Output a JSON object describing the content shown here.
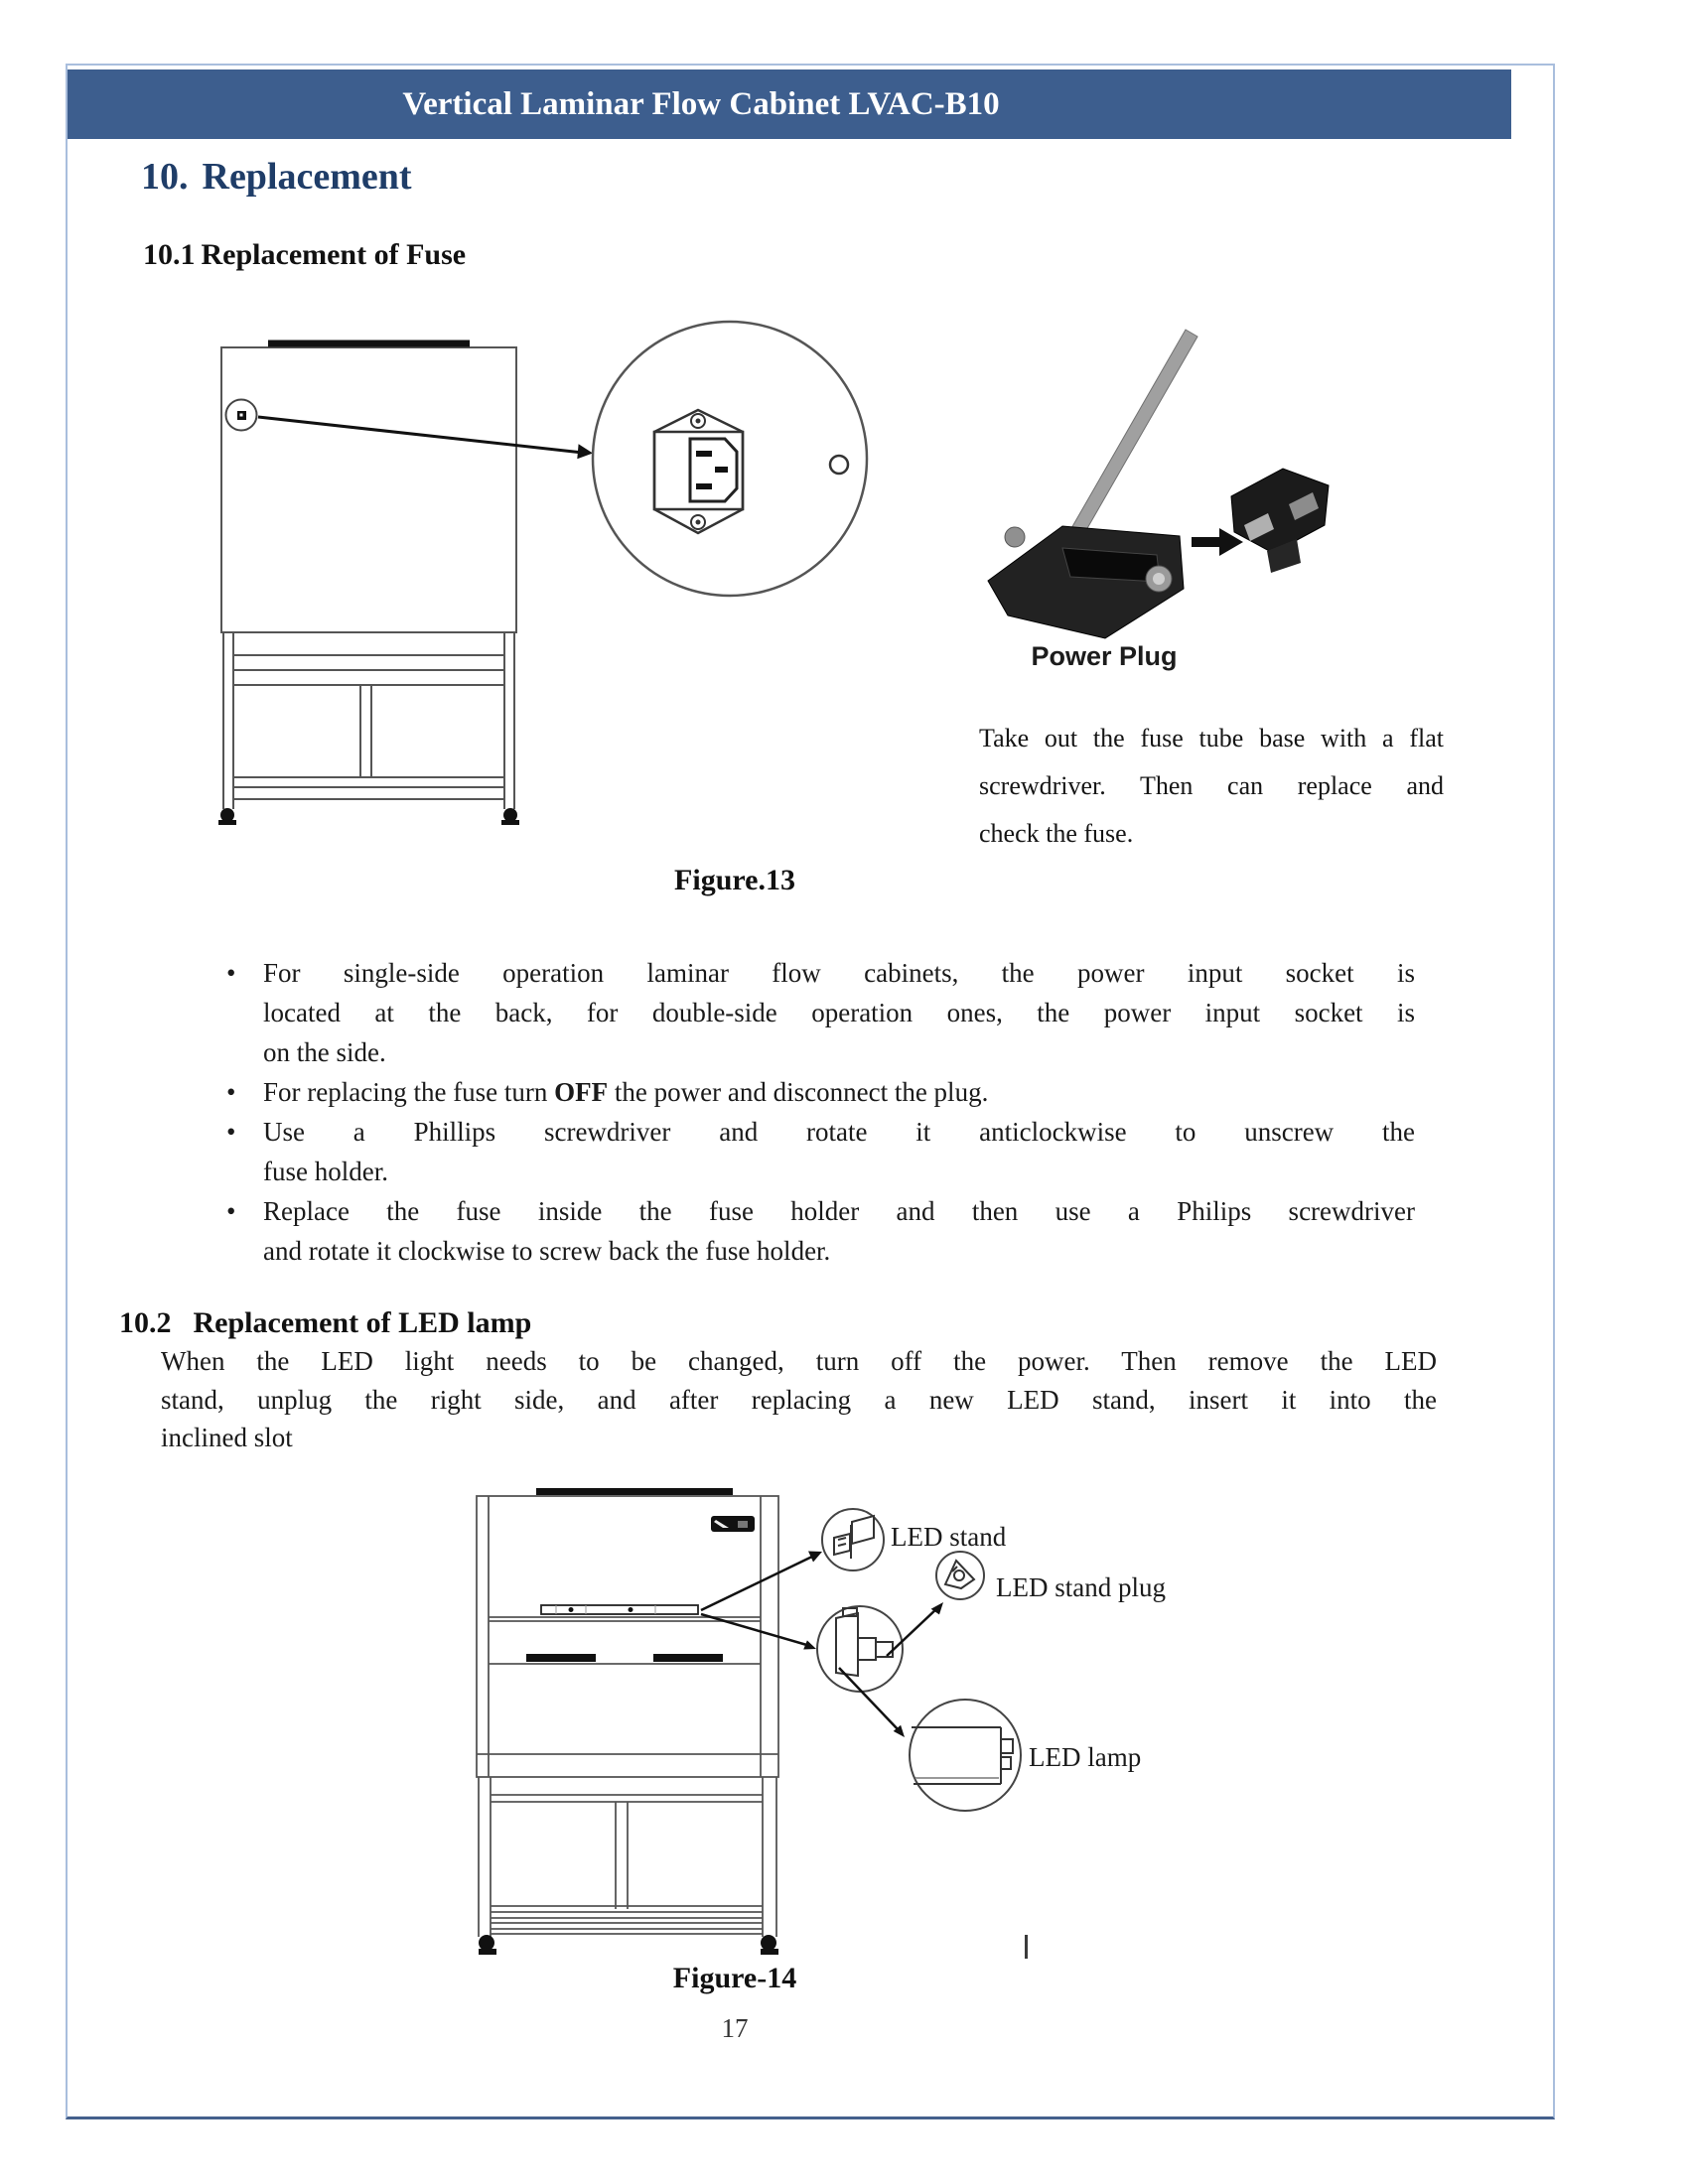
{
  "header": {
    "title": "Vertical Laminar Flow Cabinet LVAC-B10"
  },
  "headings": {
    "section": {
      "num": "10.",
      "title": "Replacement"
    },
    "sub1": {
      "num": "10.1",
      "title": "Replacement of Fuse"
    },
    "sub2": {
      "num": "10.2",
      "title": "Replacement of LED lamp"
    }
  },
  "figure13": {
    "power_plug_label": "Power Plug",
    "note_lines": [
      "Take out the fuse tube base with a flat",
      "screwdriver. Then can replace and",
      "check the fuse."
    ],
    "caption": "Figure.13"
  },
  "bullet_char": "•",
  "bullets": [
    {
      "lines": [
        "For single-side operation laminar flow cabinets, the power input socket is",
        "located at the back, for double-side operation ones, the power input socket is",
        "on the side."
      ]
    },
    {
      "pre": "For replacing the fuse turn ",
      "bold": "OFF",
      "post": " the power and disconnect the plug."
    },
    {
      "lines": [
        "Use a Phillips screwdriver and rotate it anticlockwise to unscrew the",
        "fuse holder."
      ]
    },
    {
      "lines": [
        "Replace the fuse inside the fuse holder and then use a Philips screwdriver",
        "and rotate it clockwise to screw back the fuse holder."
      ]
    }
  ],
  "section2_para": {
    "lines": [
      "When the LED light needs to be changed, turn off the power. Then remove the LED",
      "stand, unplug the right side, and after replacing a new LED stand, insert it into the",
      "inclined slot"
    ]
  },
  "figure14": {
    "labels": {
      "stand": "LED stand",
      "plug": "LED stand plug",
      "lamp": "LED lamp"
    },
    "caption": "Figure-14"
  },
  "page_number": "17",
  "colors": {
    "header_bg": "#3d5e8e",
    "section_heading": "#1f3d68",
    "page_border": "#a9bedd",
    "page_border_bottom": "#44608c",
    "body_text": "#1a1a1a"
  }
}
